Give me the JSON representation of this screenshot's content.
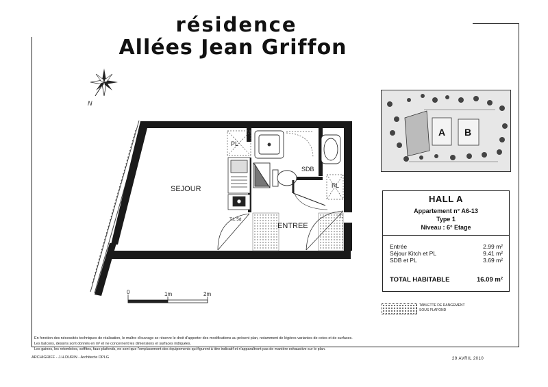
{
  "header": {
    "line1": "résidence",
    "line2": "Allées Jean Griffon"
  },
  "compass": {
    "north_label": "N"
  },
  "plan": {
    "rooms": {
      "sejour": "SEJOUR",
      "entree": "ENTREE",
      "sdb": "SDB"
    },
    "fixtures": {
      "pl1": "PL",
      "pl2": "PL",
      "tl": "T.L 5d",
      "tl_right": "T."
    }
  },
  "scale": {
    "zero": "0",
    "one": "1m",
    "two": "2m"
  },
  "site_map": {
    "building_a": "A",
    "building_b": "B"
  },
  "info": {
    "hall": "HALL A",
    "appartement": "Appartement n° A6-13",
    "type": "Type 1",
    "niveau": "Niveau :  6° Etage",
    "areas": [
      {
        "label": "Entrée",
        "value": "2.99  m²"
      },
      {
        "label": "Séjour  Kitch  et  PL",
        "value": "9.41  m²"
      },
      {
        "label": "SDB  et  PL",
        "value": "3.69  m²"
      }
    ],
    "total_label": "TOTAL HABITABLE",
    "total_value": "16.09 m²"
  },
  "legend": {
    "line1": "TABLETTE  DE  RANGEMENT",
    "line2": "SOUS  PLAFOND"
  },
  "notes": {
    "line1": "En fonction des nécessités techniques de réalisation, le maître d'ouvrage se réserve le droit d'apporter des modifications au présent plan, notamment de légères variantes de cotes et de surfaces.",
    "line2": "Les balcons, dessins sont donnés en m² et ne concernent les dimensions et surfaces indiquées.",
    "line3": "Les gaines, les retombées, soffites, faux-plafonds, ne sont que l'emplacement des équipements qui figurent à titre indicatif et n'apparaîtront pas de manière exhaustive sur le plan."
  },
  "footer": {
    "left": "ARCHIGRIFF  -  J.H.DURIN  -  Architecte  DPLG",
    "right": "29  AVRIL  2010"
  }
}
